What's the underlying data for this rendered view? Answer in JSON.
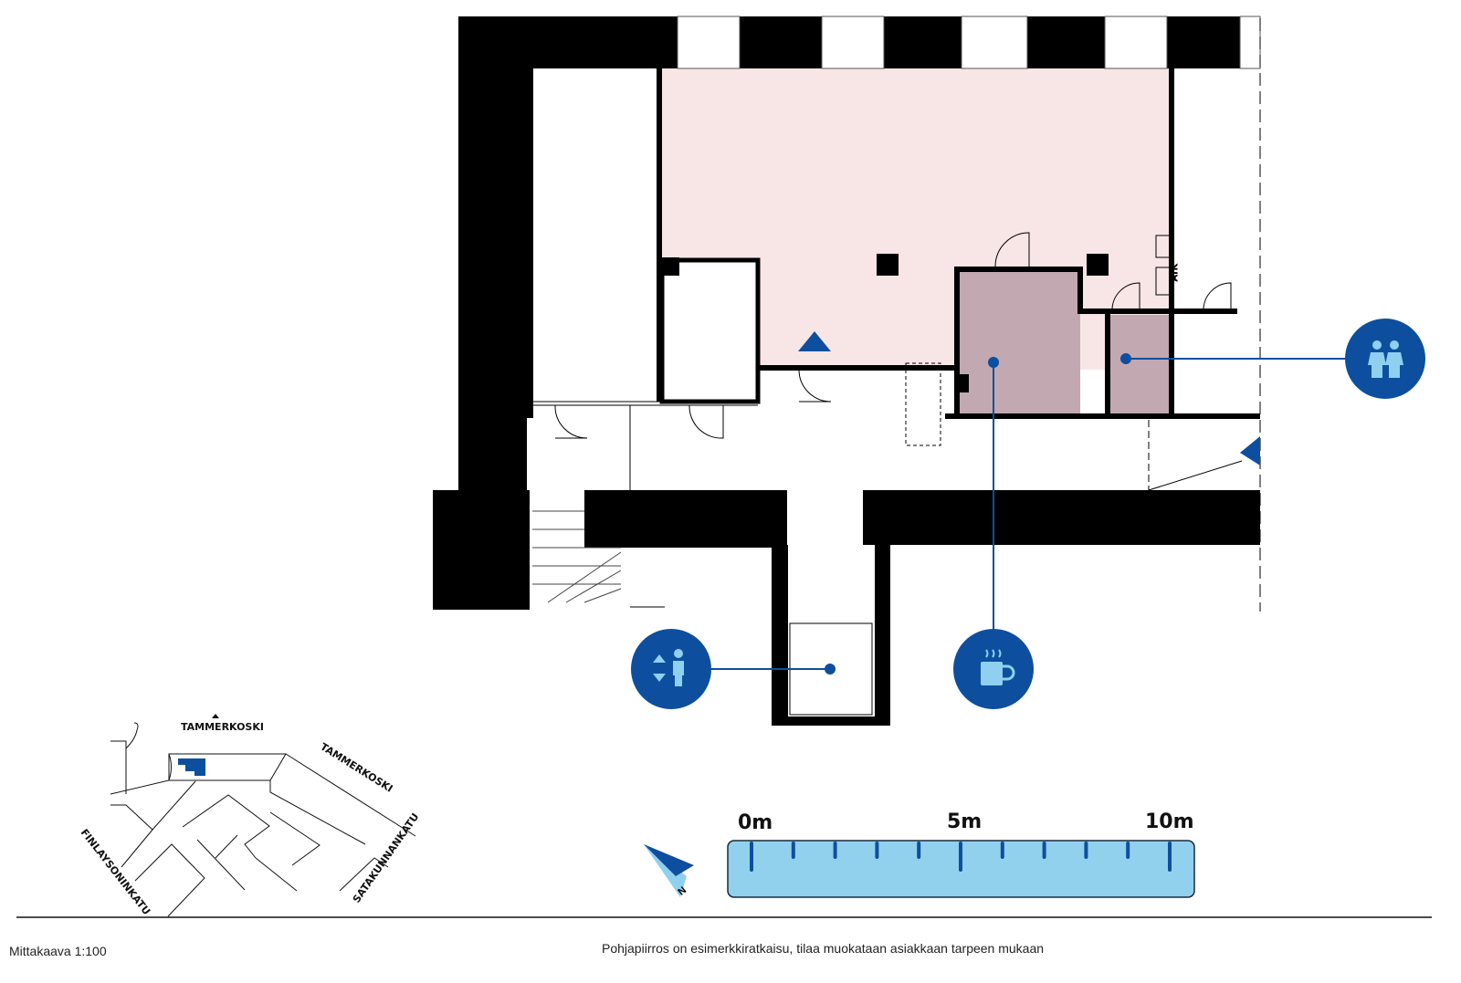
{
  "floor_plan": {
    "room_labels": {
      "atk": "ATK"
    },
    "markers": [
      {
        "name": "restroom",
        "icon": "restroom-icon"
      },
      {
        "name": "elevator",
        "icon": "elevator-icon"
      },
      {
        "name": "kitchen",
        "icon": "coffee-cup-icon"
      }
    ],
    "colors": {
      "wall": "#000000",
      "main_room": "#f8e6e6",
      "kitchen_room": "#c2a8b0",
      "marker": "#0d4f9e",
      "marker_icon": "#8fd0f0"
    }
  },
  "locator_map": {
    "streets": [
      "TAMMERKOSKI",
      "TAMMERKOSKI",
      "FINLAYSONINKATU",
      "SATAKUNNANKATU"
    ],
    "highlight_color": "#0d4f9e"
  },
  "scale_bar": {
    "labels": [
      "0m",
      "5m",
      "10m"
    ],
    "north_label": "N",
    "fill": "#92d1ee"
  },
  "footer": {
    "scale_text": "Mittakaava 1:100",
    "disclaimer": "Pohjapiirros on esimerkkiratkaisu, tilaa muokataan asiakkaan tarpeen mukaan"
  }
}
